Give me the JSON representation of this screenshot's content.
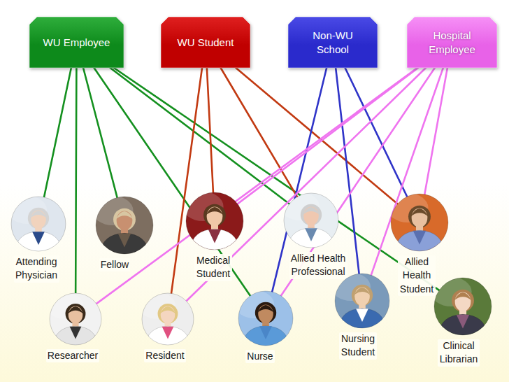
{
  "diagram": {
    "nodes": [
      {
        "text": [
          "WU Employee"
        ]
      },
      {
        "text": [
          "WU Student"
        ]
      },
      {
        "text": [
          "Non-WU School"
        ]
      },
      {
        "text": [
          "Hospital Employee"
        ]
      },
      {
        "text": [
          "Attending Physician"
        ]
      },
      {
        "text": [
          "Fellow"
        ]
      },
      {
        "text": [
          "Medical Student"
        ]
      },
      {
        "text": [
          "Allied Health Professional"
        ]
      },
      {
        "text": [
          "Allied Health Student"
        ]
      },
      {
        "text": [
          "Researcher"
        ]
      },
      {
        "text": [
          "Resident"
        ]
      },
      {
        "text": [
          "Nurse"
        ]
      },
      {
        "text": [
          "Nursing Student"
        ]
      },
      {
        "text": [
          "Clinical Librarian"
        ]
      }
    ],
    "edges": [
      {
        "from": 0,
        "to": 4,
        "arrow": "none"
      },
      {
        "from": 0,
        "to": 9,
        "arrow": "none"
      },
      {
        "from": 0,
        "to": 5,
        "arrow": "none"
      },
      {
        "from": 0,
        "to": 11,
        "arrow": "none"
      },
      {
        "from": 0,
        "to": 7,
        "arrow": "none"
      },
      {
        "from": 0,
        "to": 13,
        "arrow": "none"
      },
      {
        "from": 1,
        "to": 10,
        "arrow": "none"
      },
      {
        "from": 1,
        "to": 6,
        "arrow": "none"
      },
      {
        "from": 1,
        "to": 7,
        "arrow": "none"
      },
      {
        "from": 1,
        "to": 8,
        "arrow": "none"
      },
      {
        "from": 2,
        "to": 11,
        "arrow": "none"
      },
      {
        "from": 2,
        "to": 12,
        "arrow": "none"
      },
      {
        "from": 2,
        "to": 8,
        "arrow": "none"
      },
      {
        "from": 3,
        "to": 9,
        "arrow": "none"
      },
      {
        "from": 3,
        "to": 6,
        "arrow": "none"
      },
      {
        "from": 3,
        "to": 10,
        "arrow": "none"
      },
      {
        "from": 3,
        "to": 11,
        "arrow": "none"
      },
      {
        "from": 3,
        "to": 12,
        "arrow": "none"
      },
      {
        "from": 3,
        "to": 8,
        "arrow": "none"
      }
    ]
  }
}
